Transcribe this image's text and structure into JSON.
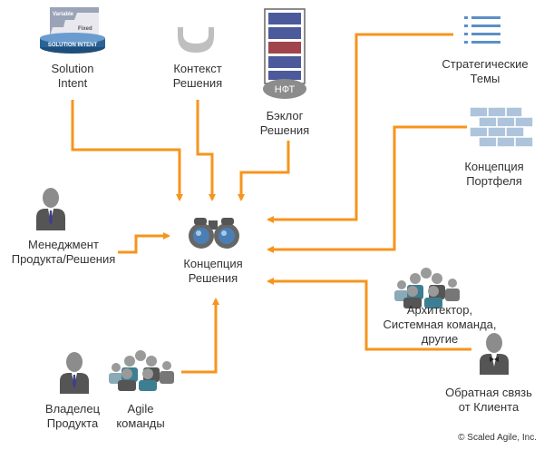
{
  "center": {
    "label": "Концепция\nРешения"
  },
  "nodes": {
    "solution_intent": {
      "label": "Solution\nIntent",
      "icon_text_top": "Variable",
      "icon_text_mid": "Fixed",
      "icon_text_band": "SOLUTION INTENT"
    },
    "context": {
      "label": "Контекст\nРешения"
    },
    "backlog": {
      "label": "Бэклог\nРешения",
      "badge": "НФТ"
    },
    "strategic": {
      "label": "Стратегические\nТемы"
    },
    "portfolio": {
      "label": "Концепция\nПортфеля"
    },
    "product_mgmt": {
      "label": "Менеджмент\nПродукта/Решения"
    },
    "architect": {
      "label": "Архитектор,\nСистемная команда,\nдругие"
    },
    "feedback": {
      "label": "Обратная связь\nот Клиента"
    },
    "owner": {
      "label": "Владелец\nПродукта"
    },
    "agile": {
      "label": "Agile\nкоманды"
    }
  },
  "copyright": "© Scaled Agile, Inc.",
  "colors": {
    "arrow": "#f7941d",
    "icon_gray": "#8c8c8c",
    "icon_dark": "#555555",
    "teal": "#3e7e93",
    "navy": "#3d3f8f",
    "binocular": "#4a7fb5"
  }
}
